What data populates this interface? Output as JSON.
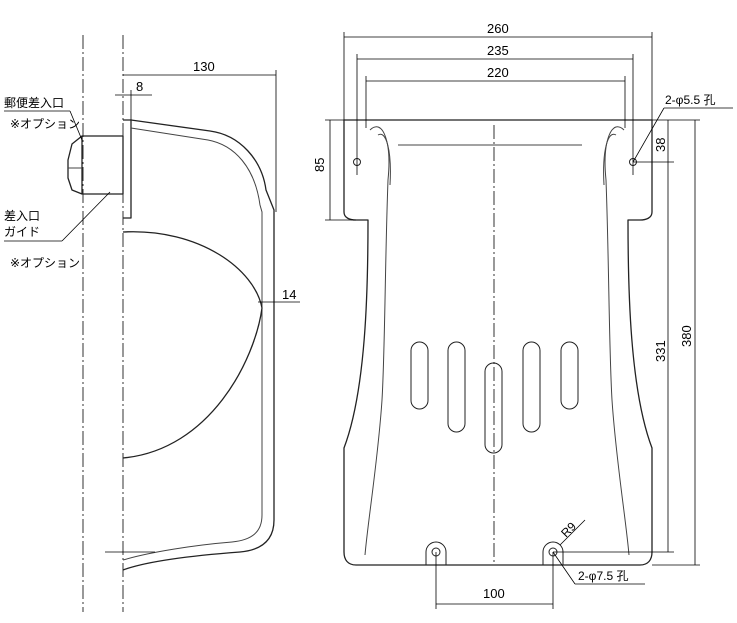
{
  "side_view": {
    "label_mail_slot": "郵便差入口",
    "label_option_1": "※オプション",
    "label_guide_l1": "差入口",
    "label_guide_l2": "ガイド",
    "label_option_2": "※オプション",
    "dim_130": "130",
    "dim_8": "8",
    "dim_14": "14"
  },
  "front_view": {
    "dim_260": "260",
    "dim_235": "235",
    "dim_220": "220",
    "dim_85": "85",
    "dim_38": "38",
    "dim_331": "331",
    "dim_380": "380",
    "dim_100": "100",
    "hole_top": "2-φ5.5 孔",
    "hole_bottom": "2-φ7.5 孔",
    "radius": "R9"
  },
  "colors": {
    "line": "#222222",
    "background": "#ffffff"
  }
}
